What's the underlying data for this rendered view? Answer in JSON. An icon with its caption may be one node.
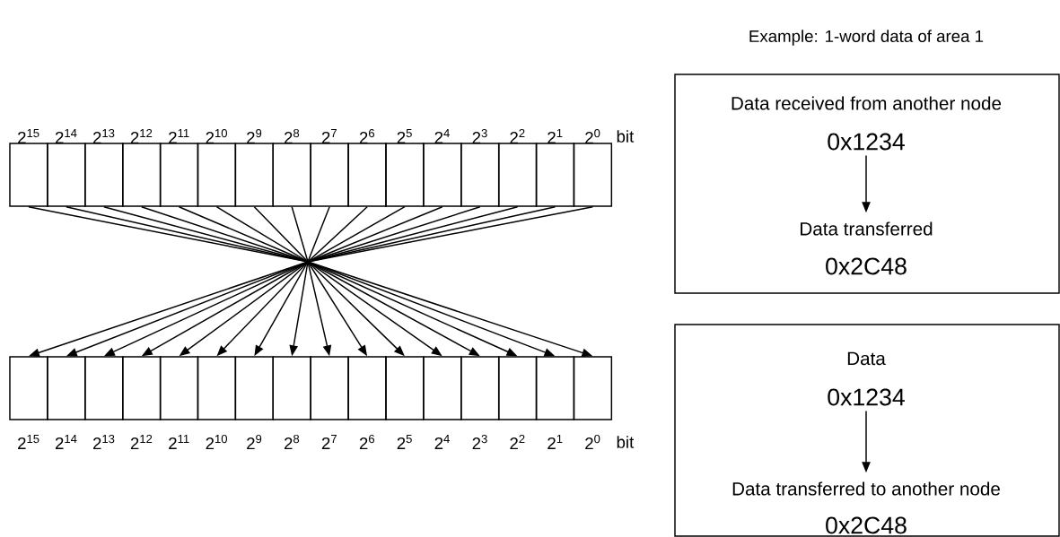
{
  "diagram": {
    "title": "Example: 1-word data of area 1",
    "nodes": [
      {
        "text": [],
        "shape": "box"
      },
      {
        "text": [],
        "shape": "box"
      },
      {
        "text": [],
        "shape": "box"
      },
      {
        "text": [],
        "shape": "box"
      },
      {
        "text": [],
        "shape": "box"
      },
      {
        "text": [],
        "shape": "box"
      },
      {
        "text": [],
        "shape": "box"
      },
      {
        "text": [],
        "shape": "box"
      },
      {
        "text": [],
        "shape": "box"
      },
      {
        "text": [],
        "shape": "box"
      },
      {
        "text": [],
        "shape": "box"
      },
      {
        "text": [],
        "shape": "box"
      },
      {
        "text": [],
        "shape": "box"
      },
      {
        "text": [],
        "shape": "box"
      },
      {
        "text": [],
        "shape": "box"
      },
      {
        "text": [],
        "shape": "box"
      },
      {
        "text": [],
        "shape": "box"
      },
      {
        "text": [],
        "shape": "box"
      },
      {
        "text": [],
        "shape": "box"
      },
      {
        "text": [],
        "shape": "box"
      },
      {
        "text": [],
        "shape": "box"
      },
      {
        "text": [],
        "shape": "box"
      },
      {
        "text": [],
        "shape": "box"
      },
      {
        "text": [],
        "shape": "box"
      },
      {
        "text": [],
        "shape": "box"
      },
      {
        "text": [],
        "shape": "box"
      },
      {
        "text": [],
        "shape": "box"
      },
      {
        "text": [],
        "shape": "box"
      },
      {
        "text": [],
        "shape": "box"
      },
      {
        "text": [],
        "shape": "box"
      },
      {
        "text": [],
        "shape": "box"
      },
      {
        "text": [],
        "shape": "box"
      },
      {
        "text": [],
        "shape": "box"
      },
      {
        "text": [
          "Data received from another node"
        ],
        "in": 32
      },
      {
        "text": [
          "0x1234"
        ],
        "in": 32
      },
      {
        "text": [
          "Data transferred"
        ],
        "in": 32
      },
      {
        "text": [
          "0x2C48"
        ],
        "in": 32
      },
      {
        "text": [],
        "shape": "box"
      },
      {
        "text": [
          "Data"
        ],
        "in": 37
      },
      {
        "text": [
          "0x1234"
        ],
        "in": 37
      },
      {
        "text": [
          "Data transferred to another node"
        ],
        "in": 37
      },
      {
        "text": [
          "0x2C48"
        ],
        "in": 37
      }
    ],
    "edges": [
      {
        "from": 0,
        "to": 31,
        "arrow": "to"
      },
      {
        "from": 1,
        "to": 30,
        "arrow": "to"
      },
      {
        "from": 2,
        "to": 29,
        "arrow": "to"
      },
      {
        "from": 3,
        "to": 28,
        "arrow": "to"
      },
      {
        "from": 4,
        "to": 27,
        "arrow": "to"
      },
      {
        "from": 5,
        "to": 26,
        "arrow": "to"
      },
      {
        "from": 6,
        "to": 25,
        "arrow": "to"
      },
      {
        "from": 7,
        "to": 24,
        "arrow": "to"
      },
      {
        "from": 8,
        "to": 23,
        "arrow": "to"
      },
      {
        "from": 9,
        "to": 22,
        "arrow": "to"
      },
      {
        "from": 10,
        "to": 21,
        "arrow": "to"
      },
      {
        "from": 11,
        "to": 20,
        "arrow": "to"
      },
      {
        "from": 12,
        "to": 19,
        "arrow": "to"
      },
      {
        "from": 13,
        "to": 18,
        "arrow": "to"
      },
      {
        "from": 14,
        "to": 17,
        "arrow": "to"
      },
      {
        "from": 15,
        "to": 16,
        "arrow": "to"
      },
      {
        "from": 34,
        "to": 35,
        "arrow": "to"
      },
      {
        "from": 39,
        "to": 40,
        "arrow": "to"
      }
    ],
    "labels": [
      "2$^{15}$",
      "2$^{14}$",
      "2$^{13}$",
      "2$^{12}$",
      "2$^{11}$",
      "2$^{10}$",
      "2$^{9}$",
      "2$^{8}$",
      "2$^{7}$",
      "2$^{6}$",
      "2$^{5}$",
      "2$^{4}$",
      "2$^{3}$",
      "2$^{2}$",
      "2$^{1}$",
      "2$^{0}$",
      "bit",
      "2$^{15}$",
      "2$^{14}$",
      "2$^{13}$",
      "2$^{12}$",
      "2$^{11}$",
      "2$^{10}$",
      "2$^{9}$",
      "2$^{8}$",
      "2$^{7}$",
      "2$^{6}$",
      "2$^{5}$",
      "2$^{4}$",
      "2$^{3}$",
      "2$^{2}$",
      "2$^{1}$",
      "2$^{0}$",
      "bit"
    ]
  }
}
